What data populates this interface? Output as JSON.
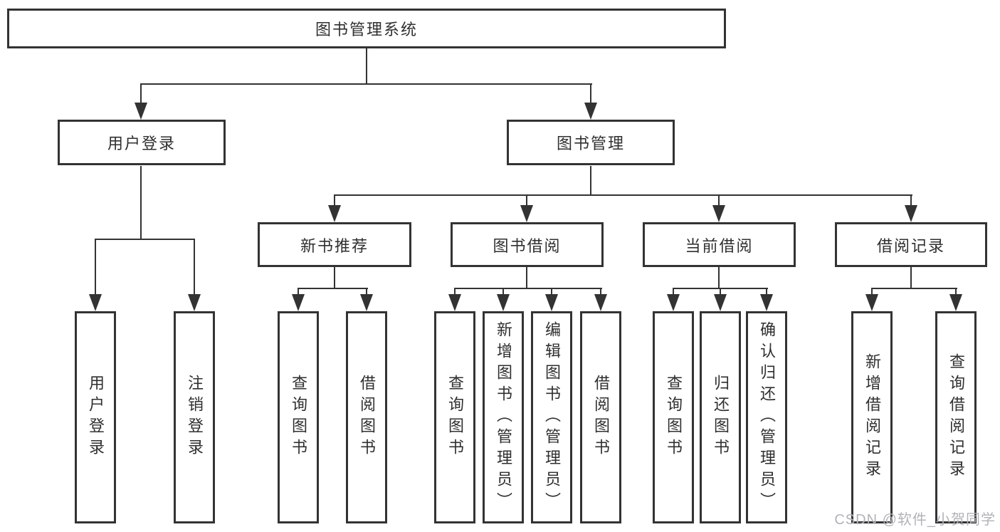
{
  "diagram": {
    "title": "图书管理系统",
    "level2": [
      "用户登录",
      "图书管理"
    ],
    "level3": [
      "新书推荐",
      "图书借阅",
      "当前借阅",
      "借阅记录"
    ],
    "leaves": [
      "用户登录",
      "注销登录",
      "查询图书",
      "借阅图书",
      "查询图书",
      "新增图书（管理员）",
      "编辑图书（管理员）",
      "借阅图书",
      "查询图书",
      "归还图书",
      "确认归还（管理员）",
      "新增借阅记录",
      "查询借阅记录"
    ],
    "watermark": "CSDN @软件_小贺同学",
    "colors": {
      "line": "#333333",
      "text": "#2f2f2f",
      "watermark": "#b0b3b8",
      "background": "#ffffff"
    }
  }
}
